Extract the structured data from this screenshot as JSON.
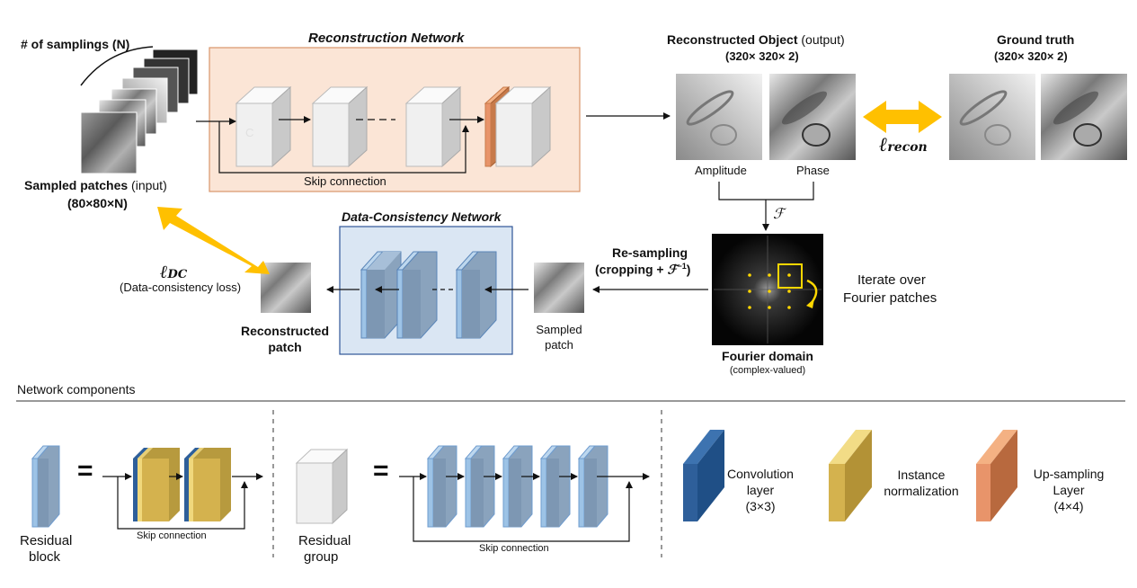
{
  "colors": {
    "recon_bg": "#fbe5d6",
    "recon_border": "#d9956a",
    "dc_bg": "#dae6f3",
    "dc_border": "#2f5597",
    "arrow_gold": "#ffc000",
    "conv": "#2e5f9a",
    "instnorm": "#d4b24e",
    "upsample": "#e8946a",
    "residual_block": "#9dc3e6",
    "residual_group": "#e6e6e6"
  },
  "top": {
    "num_samplings": "# of samplings (N)",
    "sampled_patches_bold": "Sampled patches",
    "sampled_patches_rest": " (input)",
    "sampled_patches_dims": "(80×80×N)",
    "recon_network_title": "Reconstruction Network",
    "recon_c_label": "C",
    "recon_skip": "Skip connection",
    "recon_object_bold": "Reconstructed Object",
    "recon_object_rest": " (output)",
    "recon_object_dims": "(320× 320× 2)",
    "ground_truth": "Ground truth",
    "ground_truth_dims": "(320× 320× 2)",
    "amplitude": "Amplitude",
    "phase": "Phase",
    "loss_recon_main": "ℓ",
    "loss_recon_sub": "recon",
    "fourier_symbol": "ℱ"
  },
  "middle": {
    "dc_network_title": "Data-Consistency Network",
    "loss_dc_main": "ℓ",
    "loss_dc_sub": "DC",
    "dc_loss_label": "(Data-consistency loss)",
    "reconstructed_patch_1": "Reconstructed",
    "reconstructed_patch_2": "patch",
    "sampled_patch_1": "Sampled",
    "sampled_patch_2": "patch",
    "resampling_1": "Re-sampling",
    "resampling_2a": "(cropping + ",
    "resampling_2b": "ℱ",
    "resampling_2c": "−1",
    "resampling_2d": ")",
    "fourier_domain": "Fourier domain",
    "fourier_domain_sub": "(complex-valued)",
    "iterate_1": "Iterate over",
    "iterate_2": "Fourier patches"
  },
  "bottom": {
    "section_title": "Network components",
    "equals": "=",
    "residual_block_1": "Residual",
    "residual_block_2": "block",
    "skip_small_1": "Skip connection",
    "residual_group_1": "Residual",
    "residual_group_2": "group",
    "skip_small_2": "Skip connection",
    "conv_1": "Convolution",
    "conv_2": "layer",
    "conv_3": "(3×3)",
    "instnorm_1": "Instance",
    "instnorm_2": "normalization",
    "upsample_1": "Up-sampling",
    "upsample_2": "Layer",
    "upsample_3": "(4×4)"
  }
}
